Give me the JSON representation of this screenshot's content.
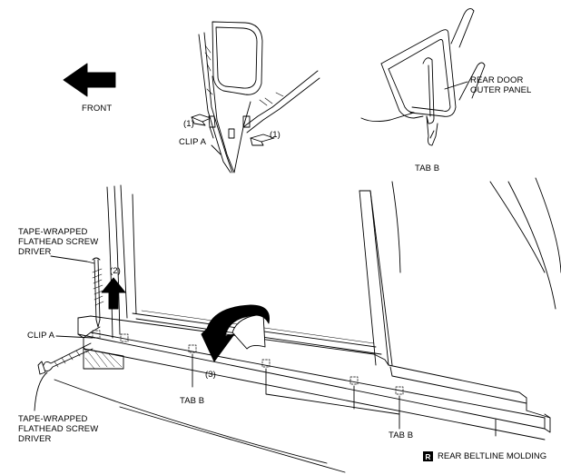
{
  "labels": {
    "front": "FRONT",
    "step1_left": "(1)",
    "step1_right": "(1)",
    "clip_a_detail": "CLIP A",
    "rear_door_outer_panel": [
      "REAR DOOR",
      "OUTER PANEL"
    ],
    "tab_b_detail": "TAB B",
    "screwdriver_top": [
      "TAPE-WRAPPED",
      "FLATHEAD SCREW",
      "DRIVER"
    ],
    "step2": "(2)",
    "clip_a_main": "CLIP A",
    "step3": "(3)",
    "tab_b_left": "TAB B",
    "screwdriver_bottom": [
      "TAPE-WRAPPED",
      "FLATHEAD SCREW",
      "DRIVER"
    ],
    "tab_b_right": "TAB B"
  },
  "caption": {
    "badge": "R",
    "text": "REAR BELTLINE MOLDING"
  },
  "colors": {
    "line": "#000000",
    "background": "#ffffff",
    "arrow_fill": "#000000"
  }
}
